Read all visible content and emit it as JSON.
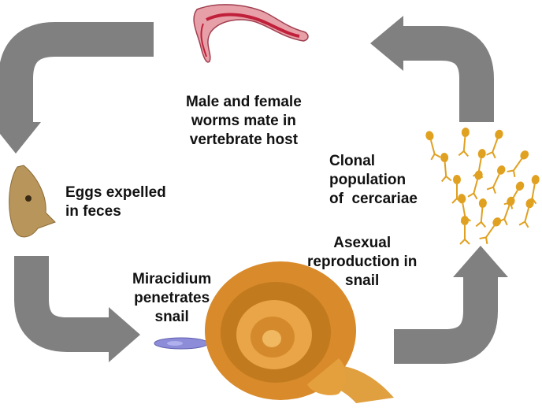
{
  "labels": {
    "mating": [
      "Male and female",
      "worms mate in",
      "vertebrate host"
    ],
    "eggs": [
      "Eggs expelled",
      "in feces"
    ],
    "miracidium": [
      "Miracidium",
      "penetrates",
      "snail"
    ],
    "asexual": [
      "Asexual",
      "reproduction in",
      "snail"
    ],
    "cercariae": [
      "Clonal",
      "population",
      "of  cercariae"
    ]
  },
  "colors": {
    "arrow": "#808080",
    "text": "#111111",
    "worm": "#e8a0a8",
    "worm_dark": "#c0203a",
    "egg": "#b8955a",
    "miracidium": "#8c8cd8",
    "snail_shell": "#d98a2a",
    "snail_body": "#e0a040",
    "cercaria": "#e0a020"
  }
}
